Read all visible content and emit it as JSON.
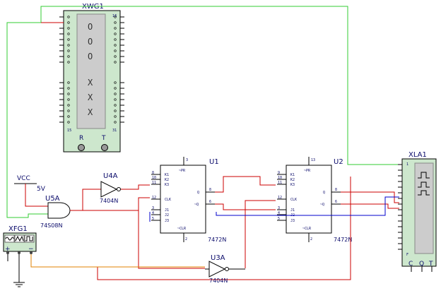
{
  "word_generator": {
    "ref": "XWG1",
    "display": [
      "O",
      "O",
      "O",
      "X",
      "X",
      "X"
    ],
    "pin_left_bottom": "15",
    "pin_right_top": "16",
    "pin_right_bottom": "31",
    "r_label": "R",
    "t_label": "T"
  },
  "logic_analyzer": {
    "ref": "XLA1",
    "c_label": "C",
    "q_label": "Q",
    "t_label": "T",
    "pin_top": "1",
    "pin_bottom": "F"
  },
  "function_generator": {
    "ref": "XFG1",
    "plus": "+",
    "minus": "−"
  },
  "vcc": {
    "label": "VCC",
    "voltage": "5V"
  },
  "and_gate": {
    "ref": "U5A",
    "part": "74S08N"
  },
  "inverter_top": {
    "ref": "U4A",
    "part": "7404N"
  },
  "inverter_bottom": {
    "ref": "U3A",
    "part": "7404N"
  },
  "ff1": {
    "ref": "U1",
    "part": "7472N",
    "pr": "~PR",
    "clr": "~CLR",
    "clk": "CLK",
    "pin_top": "3",
    "pin_bottom": "2",
    "inputs": [
      {
        "num": "8",
        "name": "K1"
      },
      {
        "num": "10",
        "name": "K2"
      },
      {
        "num": "11",
        "name": "K3"
      },
      {
        "num": "12",
        "name": "CLK"
      },
      {
        "num": "3",
        "name": "J1"
      },
      {
        "num": "4",
        "name": "J2"
      },
      {
        "num": "5",
        "name": "J3"
      }
    ],
    "q": "Q",
    "qn": "~Q",
    "q_pin": "8",
    "qn_pin": "6"
  },
  "ff2": {
    "ref": "U2",
    "part": "7472N",
    "pr": "~PR",
    "clr": "~CLR",
    "clk": "CLK",
    "pin_top": "13",
    "pin_bottom": "2",
    "inputs": [
      {
        "num": "9",
        "name": "K1"
      },
      {
        "num": "10",
        "name": "K2"
      },
      {
        "num": "11",
        "name": "K3"
      },
      {
        "num": "12",
        "name": "CLK"
      },
      {
        "num": "3",
        "name": "J1"
      },
      {
        "num": "4",
        "name": "J2"
      },
      {
        "num": "5",
        "name": "J3"
      }
    ],
    "q": "Q",
    "qn": "~Q",
    "q_pin": "8",
    "qn_pin": "6"
  }
}
